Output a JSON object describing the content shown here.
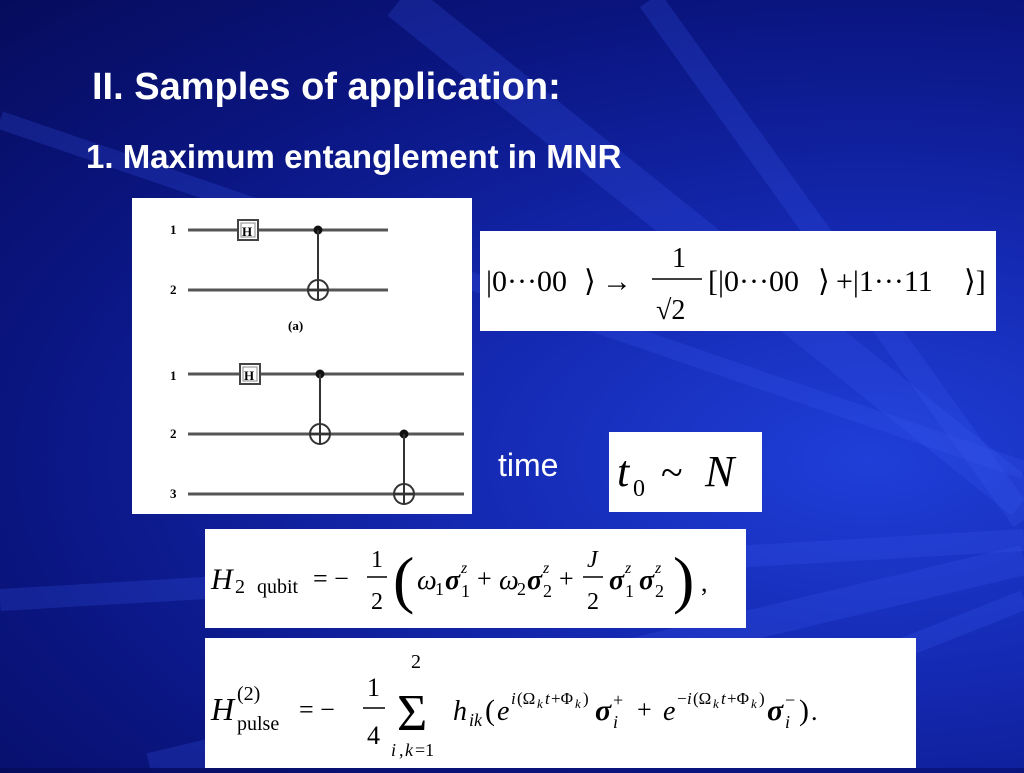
{
  "slide": {
    "title": "II. Samples of application:",
    "subtitle": "1. Maximum entanglement in MNR",
    "time_label": "time"
  },
  "circuit_a": {
    "wire_labels": [
      "1",
      "2"
    ],
    "gate_label": "H",
    "caption": "(a)"
  },
  "circuit_b": {
    "wire_labels": [
      "1",
      "2",
      "3"
    ],
    "gate_label": "H"
  },
  "equations": {
    "ghz_state": "|0···00⟩ → 1/√2 [|0···00⟩ + |1···11⟩]",
    "time_scaling": "t0 ~ N",
    "two_qubit_hamiltonian": "H2 qubit = −1/2 (ω1σ1z + ω2σ2z + J/2 σ1zσ2z),",
    "pulse_hamiltonian": "H(2)pulse = −1/4 Σ(i,k=1..2) hik (e^{i(Ωk t+Φk)} σi+ + e^{−i(Ωk t+Φk)} σi−)."
  },
  "colors": {
    "background": "#0a1580",
    "text": "#ffffff",
    "panel": "#ffffff"
  }
}
